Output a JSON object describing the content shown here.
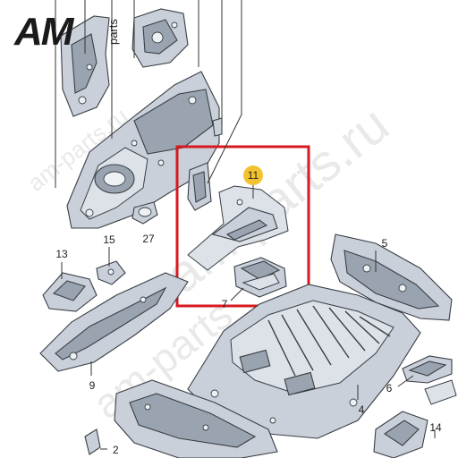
{
  "logo": {
    "brand": "AM",
    "suffix": "parts",
    "brand_color": "#1a1a1a"
  },
  "watermark": {
    "main": "am-parts.ru",
    "bottom": "am-parts"
  },
  "highlight": {
    "color": "#d71920",
    "callout_fill": "#f2c230"
  },
  "callouts": [
    {
      "id": "11",
      "label": "11",
      "highlighted": true
    },
    {
      "id": "5",
      "label": "5"
    },
    {
      "id": "7",
      "label": "7"
    },
    {
      "id": "13",
      "label": "13"
    },
    {
      "id": "15",
      "label": "15"
    },
    {
      "id": "27",
      "label": "27"
    },
    {
      "id": "9",
      "label": "9"
    },
    {
      "id": "4",
      "label": "4"
    },
    {
      "id": "6",
      "label": "6"
    },
    {
      "id": "2",
      "label": "2"
    },
    {
      "id": "14",
      "label": "14"
    }
  ]
}
